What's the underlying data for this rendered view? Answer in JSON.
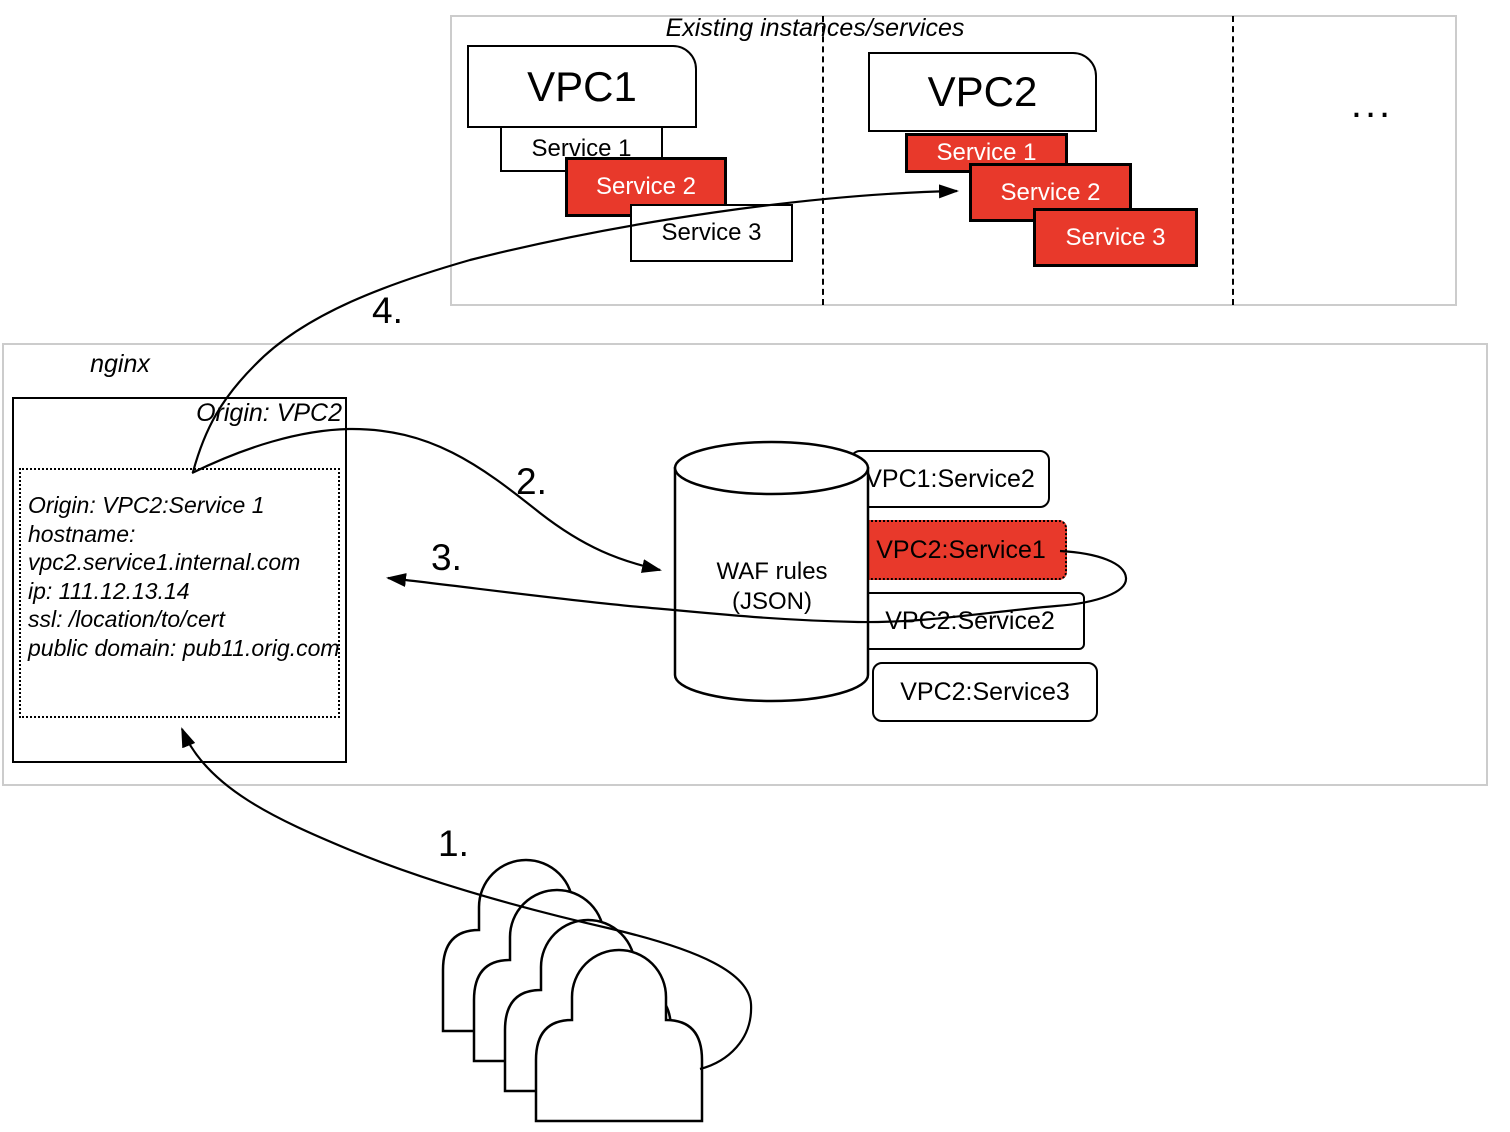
{
  "top_panel": {
    "title": "Existing instances/services",
    "ellipsis": "...",
    "vpc1": {
      "label": "VPC1",
      "services": [
        {
          "label": "Service 1"
        },
        {
          "label": "Service 2"
        },
        {
          "label": "Service 3"
        }
      ]
    },
    "vpc2": {
      "label": "VPC2",
      "services": [
        {
          "label": "Service 1"
        },
        {
          "label": "Service 2"
        },
        {
          "label": "Service 3"
        }
      ]
    }
  },
  "nginx_panel": {
    "label": "nginx",
    "origin_box": {
      "title": "Origin: VPC2",
      "config_lines": [
        "Origin: VPC2:Service 1",
        "hostname:",
        "vpc2.service1.internal.com",
        "ip: 111.12.13.14",
        "ssl: /location/to/cert",
        "public domain: pub11.orig.com"
      ]
    },
    "waf_cylinder": {
      "line1": "WAF rules",
      "line2": "(JSON)"
    },
    "rule_boxes": [
      {
        "label": "VPC1:Service2"
      },
      {
        "label": "VPC2:Service1"
      },
      {
        "label": "VPC2:Service2"
      },
      {
        "label": "VPC2:Service3"
      }
    ]
  },
  "steps": {
    "s1": "1.",
    "s2": "2.",
    "s3": "3.",
    "s4": "4."
  },
  "colors": {
    "red": "#e8392b",
    "panel_border": "#cccccc",
    "line": "#000000"
  }
}
